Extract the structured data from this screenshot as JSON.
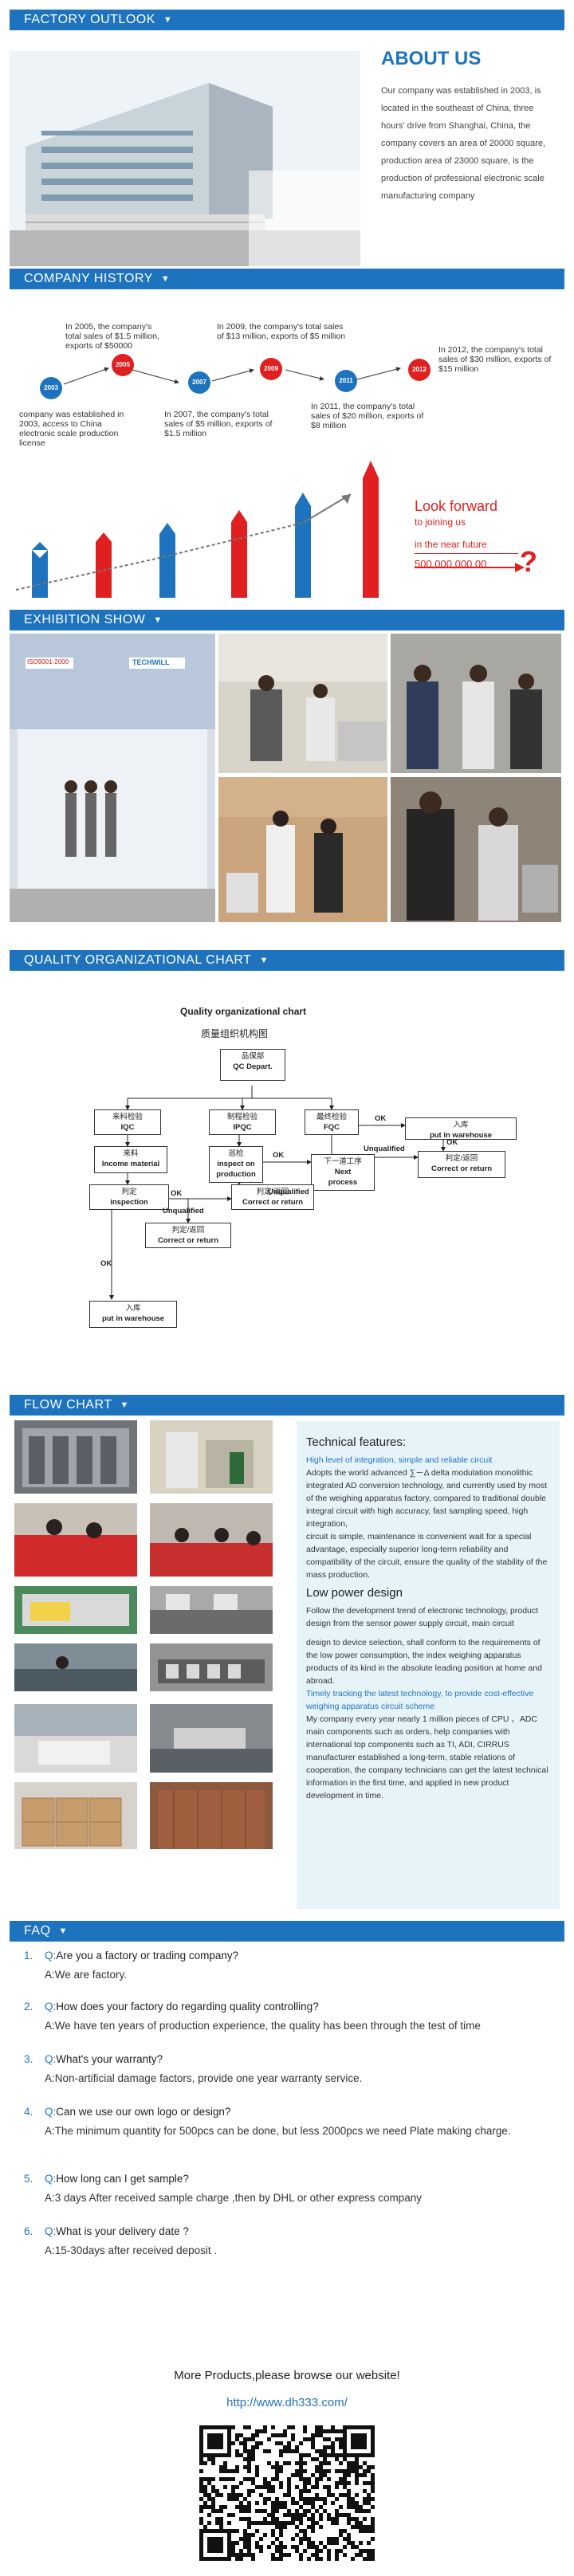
{
  "sections": {
    "factory": "FACTORY OUTLOOK",
    "history": "COMPANY HISTORY",
    "exhibition": "EXHIBITION SHOW",
    "quality": "QUALITY ORGANIZATIONAL CHART",
    "flow": "FLOW CHART",
    "faq": "FAQ"
  },
  "about": {
    "title": "ABOUT US",
    "text": "Our company was established in 2003, is located in the southeast of China, three hours' drive from Shanghai, China, the company covers an area of 20000 square, production area of 23000 square, is the production of professional electronic scale manufacturing company"
  },
  "history": {
    "years": [
      "2003",
      "2005",
      "2007",
      "2009",
      "2011",
      "2012"
    ],
    "notes": [
      "company was established in 2003, access to China electronic scale production license",
      "In 2005, the company's total sales of $1.5 million, exports of $50000",
      "In 2007, the company's total sales of $5 million, exports of $1.5 million",
      "In 2009, the company's total sales of $13 million, exports of $5 million",
      "In 2011, the company's total sales of $20 million, exports of $8 million",
      "In 2012, the company's total sales of $30 million, exports of $15 million"
    ],
    "look_forward": "Look forward",
    "joining": "to joining us",
    "future": "in the near future",
    "target": "500,000,000.00",
    "question": "?"
  },
  "exhibition": {
    "booth_sign_1": "ISO9001-2000",
    "booth_sign_2": "TECHWILL"
  },
  "quality_chart": {
    "title": "Quality organizational chart",
    "title_cn": "质量组织机构图",
    "qc": [
      "品保部",
      "QC Depart."
    ],
    "iqc": [
      "来料检验",
      "IQC"
    ],
    "ipqc": [
      "制程检验",
      "IPQC"
    ],
    "fqc": [
      "最终检验",
      "FQC"
    ],
    "income": [
      "来料",
      "Income material"
    ],
    "inspect_prod": [
      "巡检",
      "inspect on",
      "production"
    ],
    "next": [
      "下一道工序",
      "Next",
      "process"
    ],
    "inspection": [
      "判定",
      "inspection"
    ],
    "correct1": [
      "判定/返回",
      "Correct or return"
    ],
    "correct2": [
      "判定/返回",
      "Correct or return"
    ],
    "correct3": [
      "判定/返回",
      "Correct or return"
    ],
    "warehouse1": [
      "入库",
      "put in warehouse"
    ],
    "warehouse2": [
      "入库",
      "put in warehouse"
    ],
    "ok": "OK",
    "unqualified": "Unqualified"
  },
  "tech": {
    "heading1": "Technical features:",
    "hl1": "High level of integration, simple and reliable circuit",
    "p1": "Adopts the world advanced ∑－Δ delta modulation monolithic integrated AD conversion technology, and currently used by most of the weighing apparatus factory, compared to traditional double integral circuit with high accuracy, fast sampling speed, high integration,",
    "p2": "circuit is simple, maintenance is convenient wait for a special advantage, especially superior long-term reliability and compatibility of the circuit, ensure the quality of the stability of the mass production.",
    "heading2": "Low power design",
    "p3": "Follow the development trend of electronic technology, product design from the sensor power supply circuit, main circuit",
    "p4": "design to device selection, shall conform to the requirements of the low power consumption, the index weighing apparatus products of its kind in the absolute leading position at home and abroad.",
    "hl2": "Timely tracking the latest technology, to provide cost-effective weighing apparatus circuit scheme",
    "p5": "My company every year nearly 1 million pieces of CPU 、ADC main components such as orders, help companies with international top components such as TI, ADI, CIRRUS manufacturer established a long-term, stable relations of cooperation, the company technicians can get the latest technical information in the first time, and applied in new product development in time."
  },
  "faq": [
    {
      "n": "1.",
      "q": "Are you a factory or trading company?",
      "a": "We are factory."
    },
    {
      "n": "2.",
      "q": "How does your factory do regarding quality controlling?",
      "a": "We have ten years of production experience, the quality has been through the test of time"
    },
    {
      "n": "3.",
      "q": "What's your warranty?",
      "a": "Non-artificial damage factors, provide one year warranty service."
    },
    {
      "n": "4.",
      "q": "Can we use our own logo or design?",
      "a": "The minimum quantity for 500pcs can be done, but less 2000pcs we need Plate making charge."
    },
    {
      "n": "5.",
      "q": "How long can I get sample?",
      "a": "3 days After received sample charge ,then by DHL or other express company"
    },
    {
      "n": "6.",
      "q": "What is your delivery date ?",
      "a": "15-30days after received deposit ."
    }
  ],
  "footer": {
    "more": "More Products,please browse our website!",
    "url": "http://www.dh333.com/"
  },
  "colors": {
    "accent": "#1e73be",
    "red": "#e02020"
  }
}
